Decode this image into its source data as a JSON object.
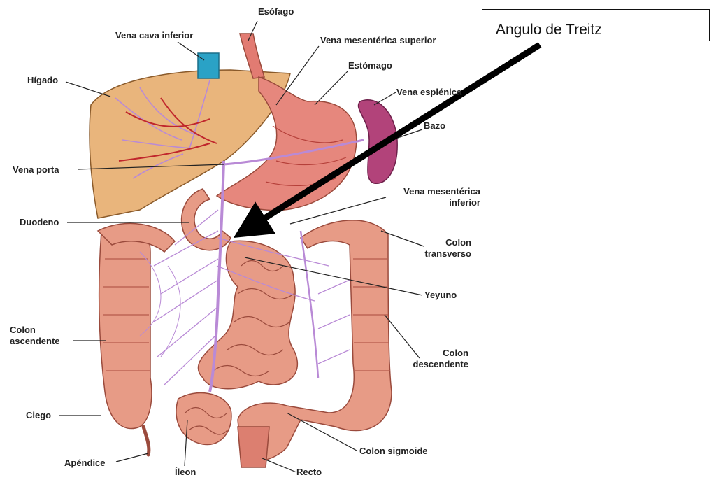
{
  "callout": {
    "text": "Angulo de Treitz"
  },
  "labels": {
    "esofago": "Esófago",
    "vena_cava_inferior": "Vena cava inferior",
    "vena_mesenterica_superior": "Vena mesentérica superior",
    "higado": "Hígado",
    "estomago": "Estómago",
    "vena_esplenica": "Vena esplénica",
    "bazo": "Bazo",
    "vena_porta": "Vena porta",
    "vena_mesenterica_inferior_1": "Vena mesentérica",
    "vena_mesenterica_inferior_2": "inferior",
    "duodeno": "Duodeno",
    "colon_transverso_1": "Colon",
    "colon_transverso_2": "transverso",
    "yeyuno": "Yeyuno",
    "colon_ascendente_1": "Colon",
    "colon_ascendente_2": "ascendente",
    "colon_descendente_1": "Colon",
    "colon_descendente_2": "descendente",
    "ciego": "Ciego",
    "colon_sigmoide": "Colon sigmoide",
    "apendice": "Apéndice",
    "ileon": "Íleon",
    "recto": "Recto"
  },
  "colors": {
    "liver": "#e9b57c",
    "intestine": "#e79b86",
    "stomach": "#e6877d",
    "spleen": "#b2437a",
    "veins": "#b98ad6",
    "vena_cava": "#2aa2c6",
    "arteries": "#c0262c"
  }
}
